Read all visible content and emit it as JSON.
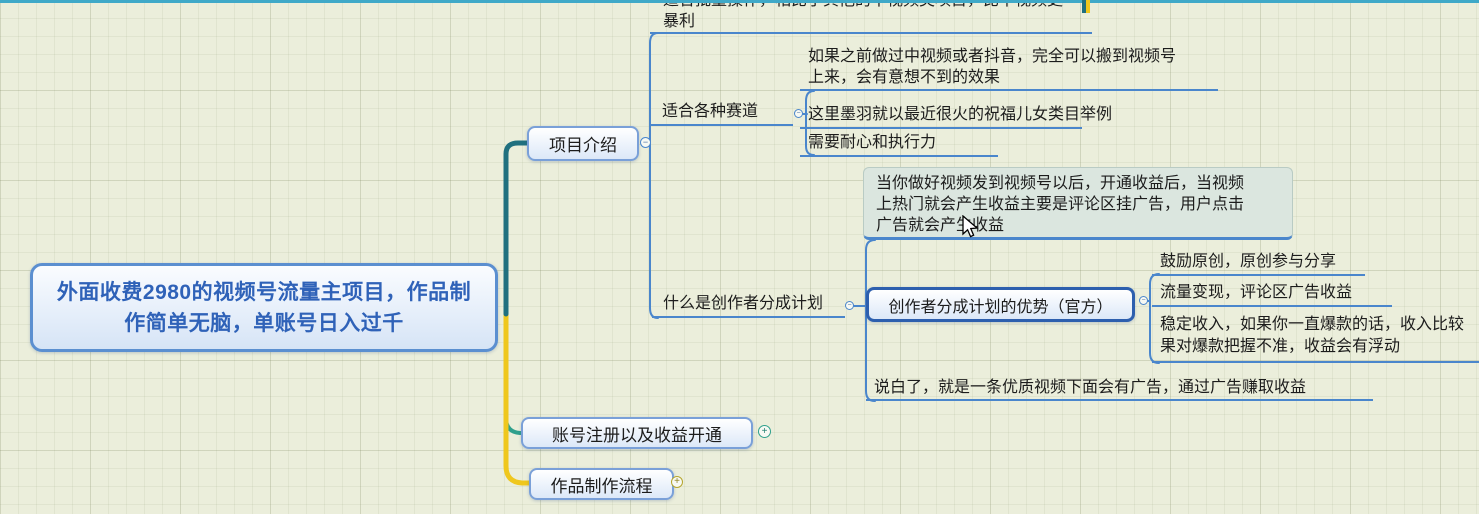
{
  "colors": {
    "canvas_bg": "#ebeedb",
    "top_edge": "#3fa9c8",
    "branch_intro": "#20707f",
    "branch_account": "#2fa08c",
    "branch_workflow": "#efc71d",
    "connector_blue": "#4a86cc",
    "root_text": "#2f62b8",
    "root_border": "#5b8fd0",
    "node_border": "#7aa0d8",
    "advantage_border": "#2d5fae",
    "callout_fill": "#dbe6df",
    "topic_text": "#1c1c1c"
  },
  "markers": {
    "collapse": "−",
    "expand": "+"
  },
  "root": {
    "title": "外面收费2980的视频号流量主项目，作品制作简单无脑，单账号日入过千"
  },
  "branches": {
    "intro": {
      "label": "项目介绍",
      "children": {
        "profit": {
          "line1": "适合批量操作，相比于其他的中视频类项目，比中视频更",
          "line2": "暴利"
        },
        "tracks": {
          "label": "适合各种赛道",
          "children": {
            "migrate": {
              "line1": "如果之前做过中视频或者抖音，完全可以搬到视频号",
              "line2": "上来，会有意想不到的效果"
            },
            "example": {
              "label": "这里墨羽就以最近很火的祝福儿女类目举例"
            },
            "patience": {
              "label": "需要耐心和执行力"
            }
          }
        },
        "plan": {
          "label": "什么是创作者分成计划",
          "children": {
            "note": {
              "line1": "当你做好视频发到视频号以后，开通收益后，当视频",
              "line2": "上热门就会产生收益主要是评论区挂广告，用户点击",
              "line3": "广告就会产生收益"
            },
            "advantage": {
              "label": "创作者分成计划的优势（官方）",
              "children": {
                "original": {
                  "label": "鼓励原创，原创参与分享"
                },
                "monetize": {
                  "label": "流量变现，评论区广告收益"
                },
                "stable": {
                  "line1": "稳定收入，如果你一直爆款的话，收入比较",
                  "line2": "果对爆款把握不准，收益会有浮动"
                }
              }
            },
            "summary": {
              "label": "说白了，就是一条优质视频下面会有广告，通过广告赚取收益"
            }
          }
        }
      }
    },
    "account": {
      "label": "账号注册以及收益开通"
    },
    "workflow": {
      "label": "作品制作流程"
    }
  }
}
